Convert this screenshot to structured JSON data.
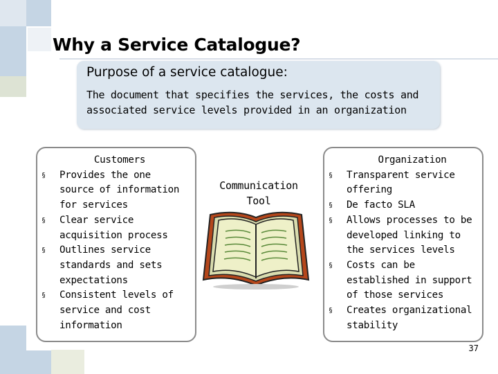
{
  "title": "Why a Service Catalogue?",
  "purpose": {
    "heading": "Purpose of a service catalogue:",
    "line1": "The document that specifies the services, the costs and",
    "line2": "associated service levels provided in an organization"
  },
  "customers": {
    "heading": "Customers",
    "bullet_symbol": "§",
    "items": [
      [
        "Provides the one",
        "source of information",
        "for services"
      ],
      [
        "Clear service",
        "acquisition process"
      ],
      [
        "Outlines service",
        "standards and sets",
        "expectations"
      ],
      [
        "Consistent levels of",
        "service and cost",
        "information"
      ]
    ]
  },
  "center": {
    "line1": "Communication",
    "line2": "Tool",
    "icon": "open-book-icon"
  },
  "organization": {
    "heading": "Organization",
    "items": [
      [
        "Transparent service",
        "offering"
      ],
      [
        "De facto SLA"
      ],
      [
        "Allows processes to be",
        "developed linking to",
        "the services levels"
      ],
      [
        "Costs can be",
        "established in support",
        "of those services"
      ],
      [
        "Creates organizational",
        "stability"
      ]
    ]
  },
  "page_number": "37",
  "colors": {
    "purpose_bg": "#dce6ef",
    "box_border": "#8a8a8a",
    "book_cover": "#b5471b",
    "book_pages": "#eef0c8"
  }
}
